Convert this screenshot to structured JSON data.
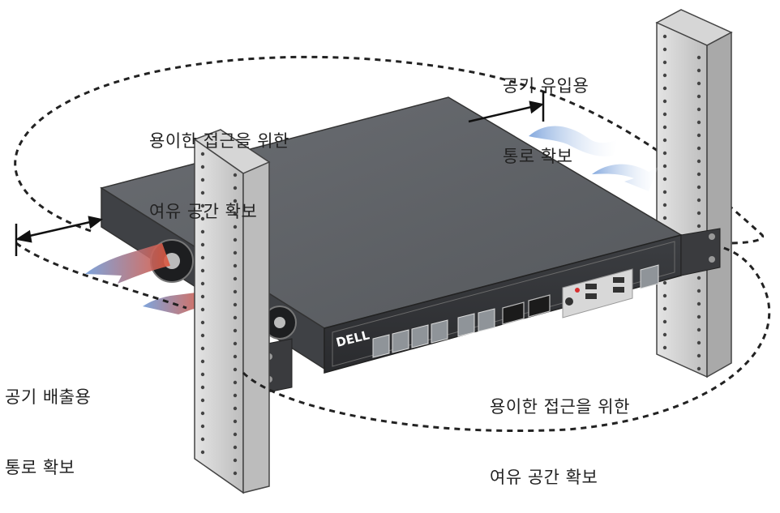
{
  "labels": {
    "top_access": {
      "line1": "용이한 접근을 위한",
      "line2": "여유 공간 확보"
    },
    "air_intake": {
      "line1": "공기 유입용",
      "line2": "통로 확보"
    },
    "air_exhaust": {
      "line1": "공기 배출용",
      "line2": "통로 확보"
    },
    "bottom_access": {
      "line1": "용이한 접근을 위한",
      "line2": "여유 공간 확보"
    }
  },
  "device": {
    "logo": "DELL"
  },
  "colors": {
    "intake_air": "#8ab0e0",
    "exhaust_air": "#e0553a",
    "chassis_top": "#5e6166",
    "rack_post": "#c9c9c9"
  },
  "icons": [
    "intake-airflow-arrow",
    "exhaust-airflow-arrow",
    "clearance-dimension-arrow"
  ]
}
